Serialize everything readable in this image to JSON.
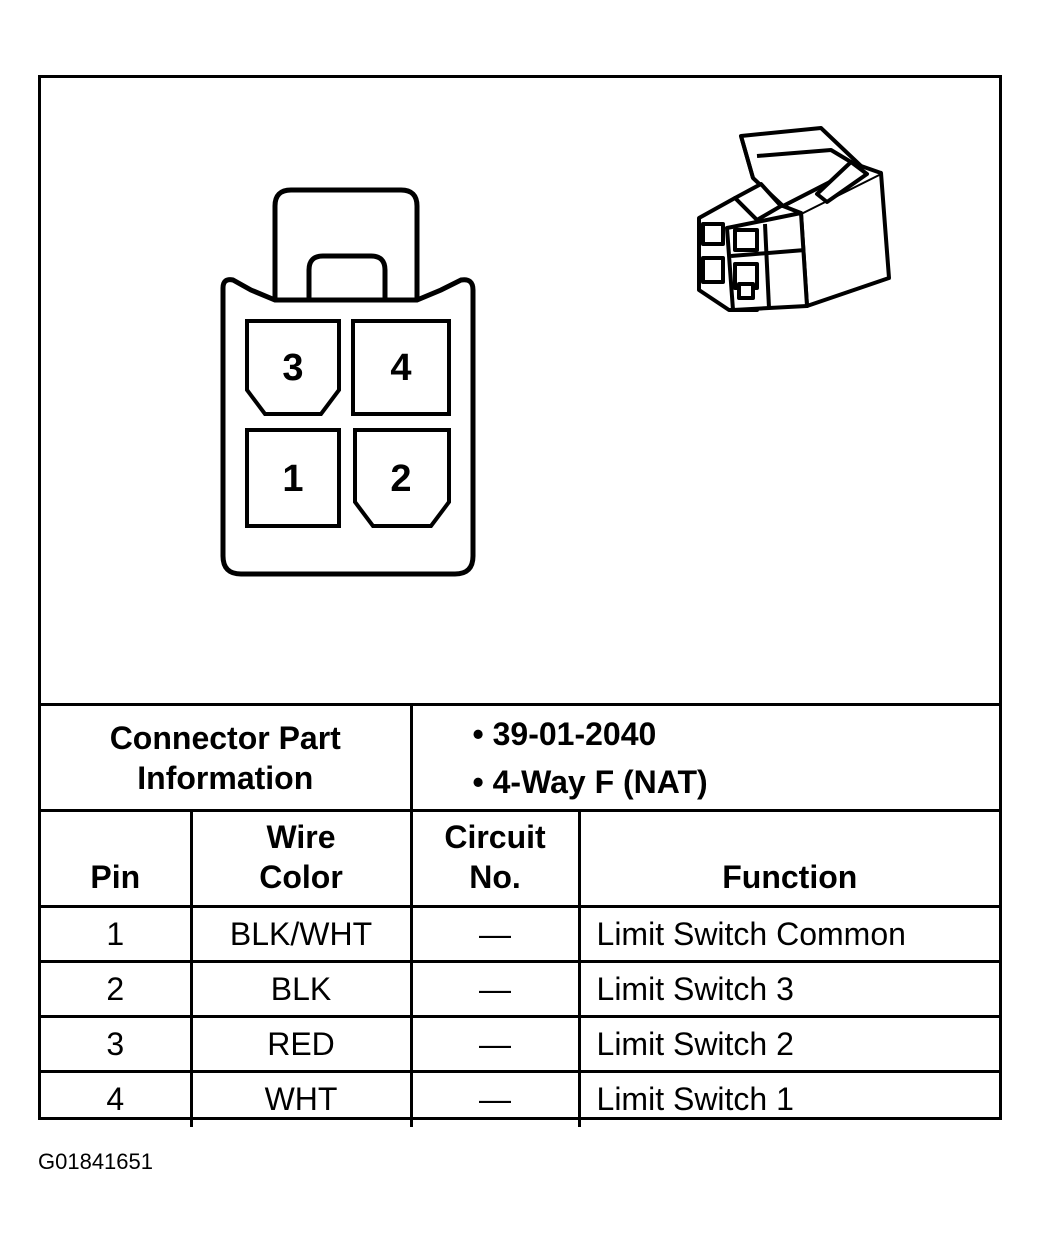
{
  "pins": [
    "3",
    "4",
    "1",
    "2"
  ],
  "connector_info": {
    "label_line1": "Connector Part",
    "label_line2": "Information",
    "items": [
      "39-01-2040",
      "4-Way F (NAT)"
    ]
  },
  "columns": {
    "pin": "Pin",
    "wire_line1": "Wire",
    "wire_line2": "Color",
    "circuit_line1": "Circuit",
    "circuit_line2": "No.",
    "function": "Function"
  },
  "rows": [
    {
      "pin": "1",
      "wire": "BLK/WHT",
      "circuit": "—",
      "function": "Limit Switch Common"
    },
    {
      "pin": "2",
      "wire": "BLK",
      "circuit": "—",
      "function": "Limit Switch 3"
    },
    {
      "pin": "3",
      "wire": "RED",
      "circuit": "—",
      "function": "Limit Switch 2"
    },
    {
      "pin": "4",
      "wire": "WHT",
      "circuit": "—",
      "function": "Limit Switch 1"
    }
  ],
  "figure_code": "G01841651"
}
